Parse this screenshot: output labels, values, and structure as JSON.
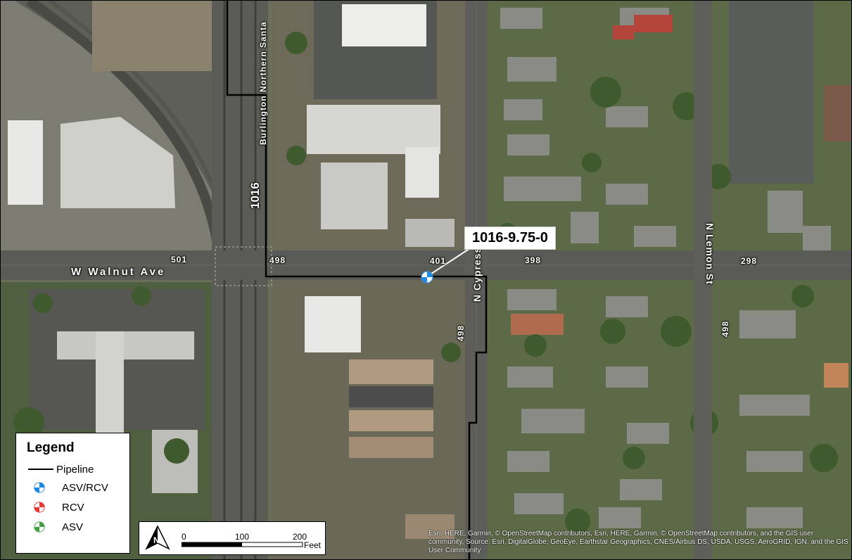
{
  "map": {
    "callout_label": "1016-9.75-0",
    "streets": {
      "walnut": "W  Walnut  Ave",
      "railroad": "Burlington Northern Santa",
      "cypress": "N Cypress St",
      "lemon": "N  Lemon  St"
    },
    "route_label": "1016",
    "address_labels": [
      "501",
      "498",
      "401",
      "398",
      "298",
      "498",
      "498"
    ]
  },
  "legend": {
    "title": "Legend",
    "items": [
      {
        "label": "Pipeline",
        "symbol": "line",
        "color": "#000000"
      },
      {
        "label": "ASV/RCV",
        "symbol": "valve",
        "color": "#1E88E5"
      },
      {
        "label": "RCV",
        "symbol": "valve",
        "color": "#E53935"
      },
      {
        "label": "ASV",
        "symbol": "valve",
        "color": "#43A047"
      }
    ]
  },
  "scale_bar": {
    "ticks": [
      "0",
      "100",
      "200"
    ],
    "unit": "Feet"
  },
  "attribution": "Esri, HERE, Garmin, © OpenStreetMap contributors, Esri, HERE, Garmin, © OpenStreetMap contributors, and the GIS user community, Source: Esri, DigitalGlobe, GeoEye, Earthstar Geographics, CNES/Airbus DS, USDA, USGS, AeroGRID, IGN, and the GIS User Community",
  "colors": {
    "pipeline": "#000000",
    "asv_rcv": "#1E88E5",
    "rcv": "#E53935",
    "asv": "#43A047"
  }
}
